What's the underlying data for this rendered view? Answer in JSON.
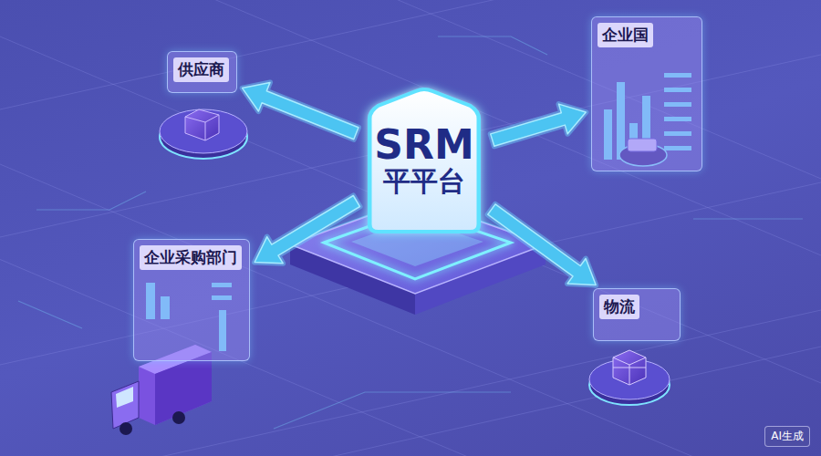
{
  "diagram": {
    "nodes": [
      {
        "text": [
          "供应商"
        ]
      },
      {
        "text": [
          "企业国"
        ]
      },
      {
        "text": [
          "SRM",
          "平平台"
        ]
      },
      {
        "text": [
          "企业采购部门"
        ]
      },
      {
        "text": [
          "物流"
        ]
      }
    ],
    "edges": [
      {
        "from": 2,
        "to": 0,
        "arrow": "to"
      },
      {
        "from": 2,
        "to": 1,
        "arrow": "to"
      },
      {
        "from": 2,
        "to": 3,
        "arrow": "to"
      },
      {
        "from": 2,
        "to": 4,
        "arrow": "to"
      }
    ],
    "labels": [
      "AI生成"
    ]
  }
}
